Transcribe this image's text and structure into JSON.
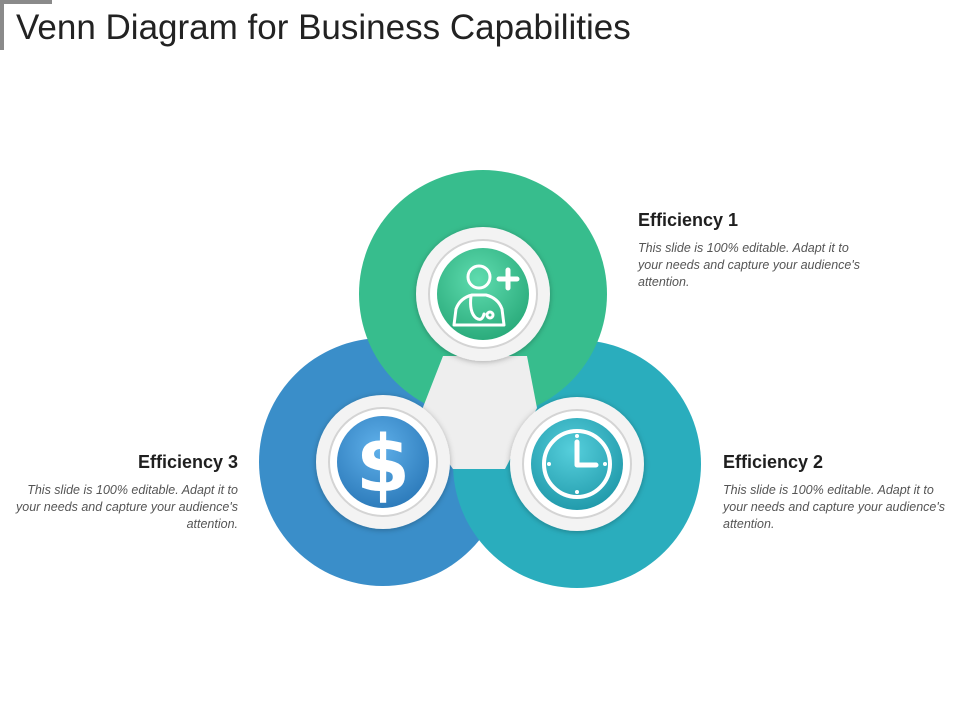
{
  "title": "Venn Diagram for Business Capabilities",
  "colors": {
    "green": "#37bd8d",
    "blue": "#3a8ec9",
    "teal": "#2aadbd",
    "center": "#eeeeee"
  },
  "circles": [
    {
      "id": "efficiency-1",
      "color": "#37bd8d",
      "icon": "doctor-icon"
    },
    {
      "id": "efficiency-2",
      "color": "#2aadbd",
      "icon": "clock-icon"
    },
    {
      "id": "efficiency-3",
      "color": "#3a8ec9",
      "icon": "dollar-icon"
    }
  ],
  "items": {
    "efficiency1": {
      "heading": "Efficiency 1",
      "body": "This slide is 100% editable. Adapt it to your needs and capture your audience's attention."
    },
    "efficiency2": {
      "heading": "Efficiency 2",
      "body": "This slide is 100% editable. Adapt it to your needs and capture your audience's attention."
    },
    "efficiency3": {
      "heading": "Efficiency 3",
      "body": "This slide is 100% editable. Adapt it to your needs and capture your audience's attention."
    }
  }
}
